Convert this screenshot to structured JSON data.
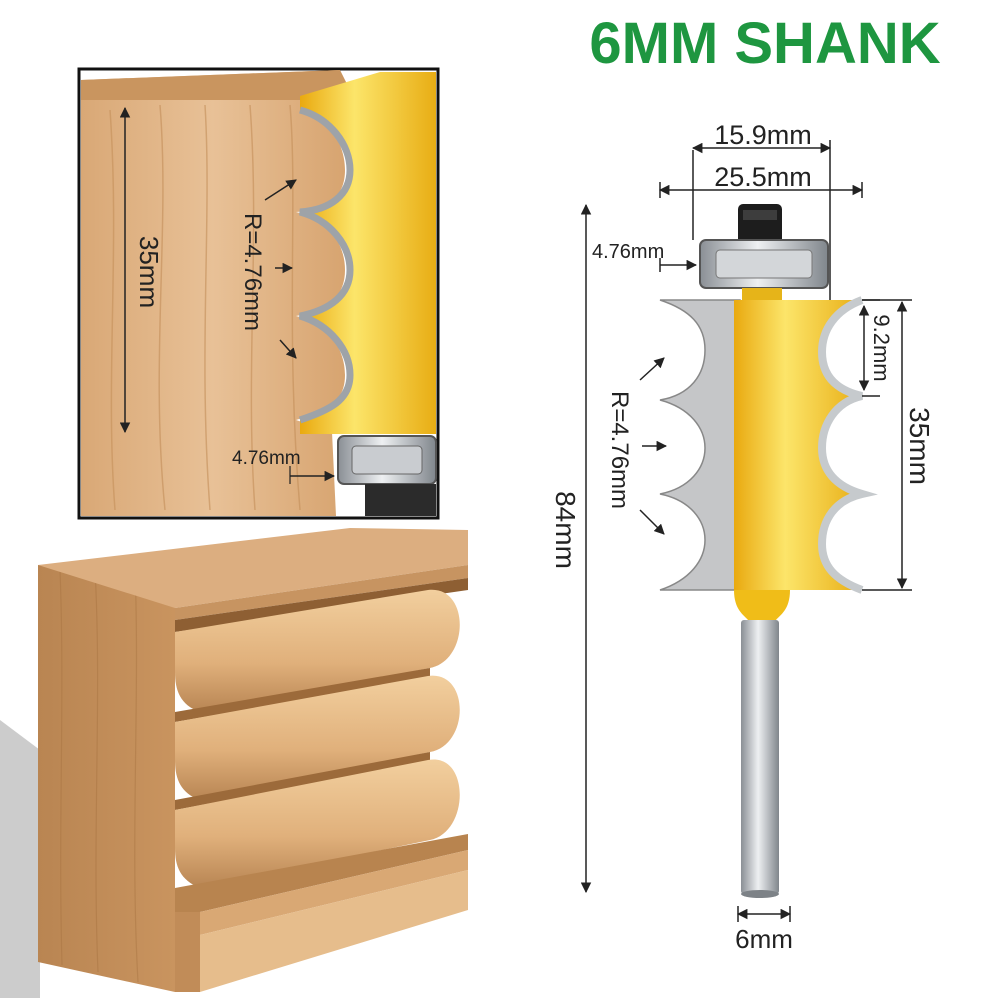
{
  "title": "6MM SHANK",
  "colors": {
    "title": "#1e9640",
    "cutter_yellow": "#f5c51c",
    "carbide": "#c4c4c4",
    "wood": "#e0b386",
    "dimension_line": "#222222"
  },
  "inset": {
    "height_label": "35mm",
    "radius_label": "R=4.76mm",
    "offset_label": "4.76mm"
  },
  "bit": {
    "cut_width_label": "15.9mm",
    "bearing_width_label": "25.5mm",
    "overall_length_label": "84mm",
    "bearing_offset_label": "4.76mm",
    "flute_pitch_label": "9.2mm",
    "cut_height_label": "35mm",
    "radius_label": "R=4.76mm",
    "shank_label": "6mm"
  }
}
